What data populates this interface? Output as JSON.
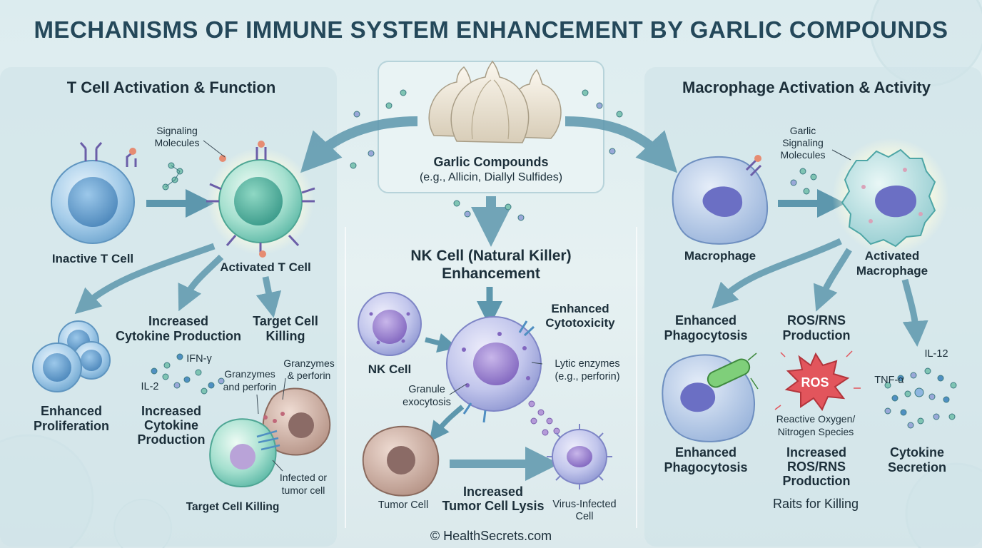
{
  "title": "MECHANISMS OF IMMUNE SYSTEM ENHANCEMENT BY GARLIC COMPOUNDS",
  "center": {
    "label": "Garlic Compounds",
    "sublabel": "(e.g., Allicin, Diallyl Sulfides)"
  },
  "t_cell": {
    "heading": "T Cell Activation & Function",
    "signaling": [
      "Signaling",
      "Molecules"
    ],
    "inactive": "Inactive T Cell",
    "activated": "Activated T Cell",
    "increased_cytokine": [
      "Increased",
      "Cytokine Production"
    ],
    "target_cell": [
      "Target Cell",
      "Killing"
    ],
    "enhanced_prolif": [
      "Enhanced",
      "Proliferation"
    ],
    "ifn": "IFN-γ",
    "il2": "IL-2",
    "inc_cyto": [
      "Increased",
      "Cytokine",
      "Production"
    ],
    "granzymes_perforin": [
      "Granzymes",
      "and perforin"
    ],
    "granzymes_amp": [
      "Granzymes",
      "& perforin"
    ],
    "infected": [
      "Infected or",
      "tumor cell"
    ],
    "target_killing": "Target Cell Killing"
  },
  "nk": {
    "heading": [
      "NK Cell (Natural Killer)",
      "Enhancement"
    ],
    "nk_cell": "NK Cell",
    "enh_cyto": [
      "Enhanced",
      "Cytotoxicity"
    ],
    "lytic": [
      "Lytic enzymes",
      "(e.g., perforin)"
    ],
    "granule": [
      "Granule",
      "exocytosis"
    ],
    "tumor": "Tumor Cell",
    "lysis": [
      "Increased",
      "Tumor Cell Lysis"
    ],
    "virus": [
      "Virus-Infected",
      "Cell"
    ]
  },
  "macro": {
    "heading": "Macrophage Activation & Activity",
    "garlic_sig": [
      "Garlic",
      "Signaling",
      "Molecules"
    ],
    "macrophage": "Macrophage",
    "activated": [
      "Activated",
      "Macrophage"
    ],
    "enh_phago": [
      "Enhanced",
      "Phagocytosis"
    ],
    "ros_rns": [
      "ROS/RNS",
      "Production"
    ],
    "il12": "IL-12",
    "tnf": "TNF-α",
    "ros": "ROS",
    "ros_desc": [
      "Reactive Oxygen/",
      "Nitrogen Species"
    ],
    "enh_phago2": [
      "Enhanced",
      "Phagocytosis"
    ],
    "inc_ros": [
      "Increased",
      "ROS/RNS",
      "Production"
    ],
    "cyto_sec": [
      "Cytokine",
      "Secretion"
    ],
    "raits": "Raits for Killing"
  },
  "footer": "© HealthSecrets.com",
  "colors": {
    "title": "#24485a",
    "arrow": "#5d97ad",
    "panel": "#cfe4e8",
    "tcell": "#8fbfe0",
    "activated": "#8dd3c6",
    "nk": "#b7b7e6",
    "macrophage": "#a9c3e3",
    "ros": "#e2555c"
  }
}
